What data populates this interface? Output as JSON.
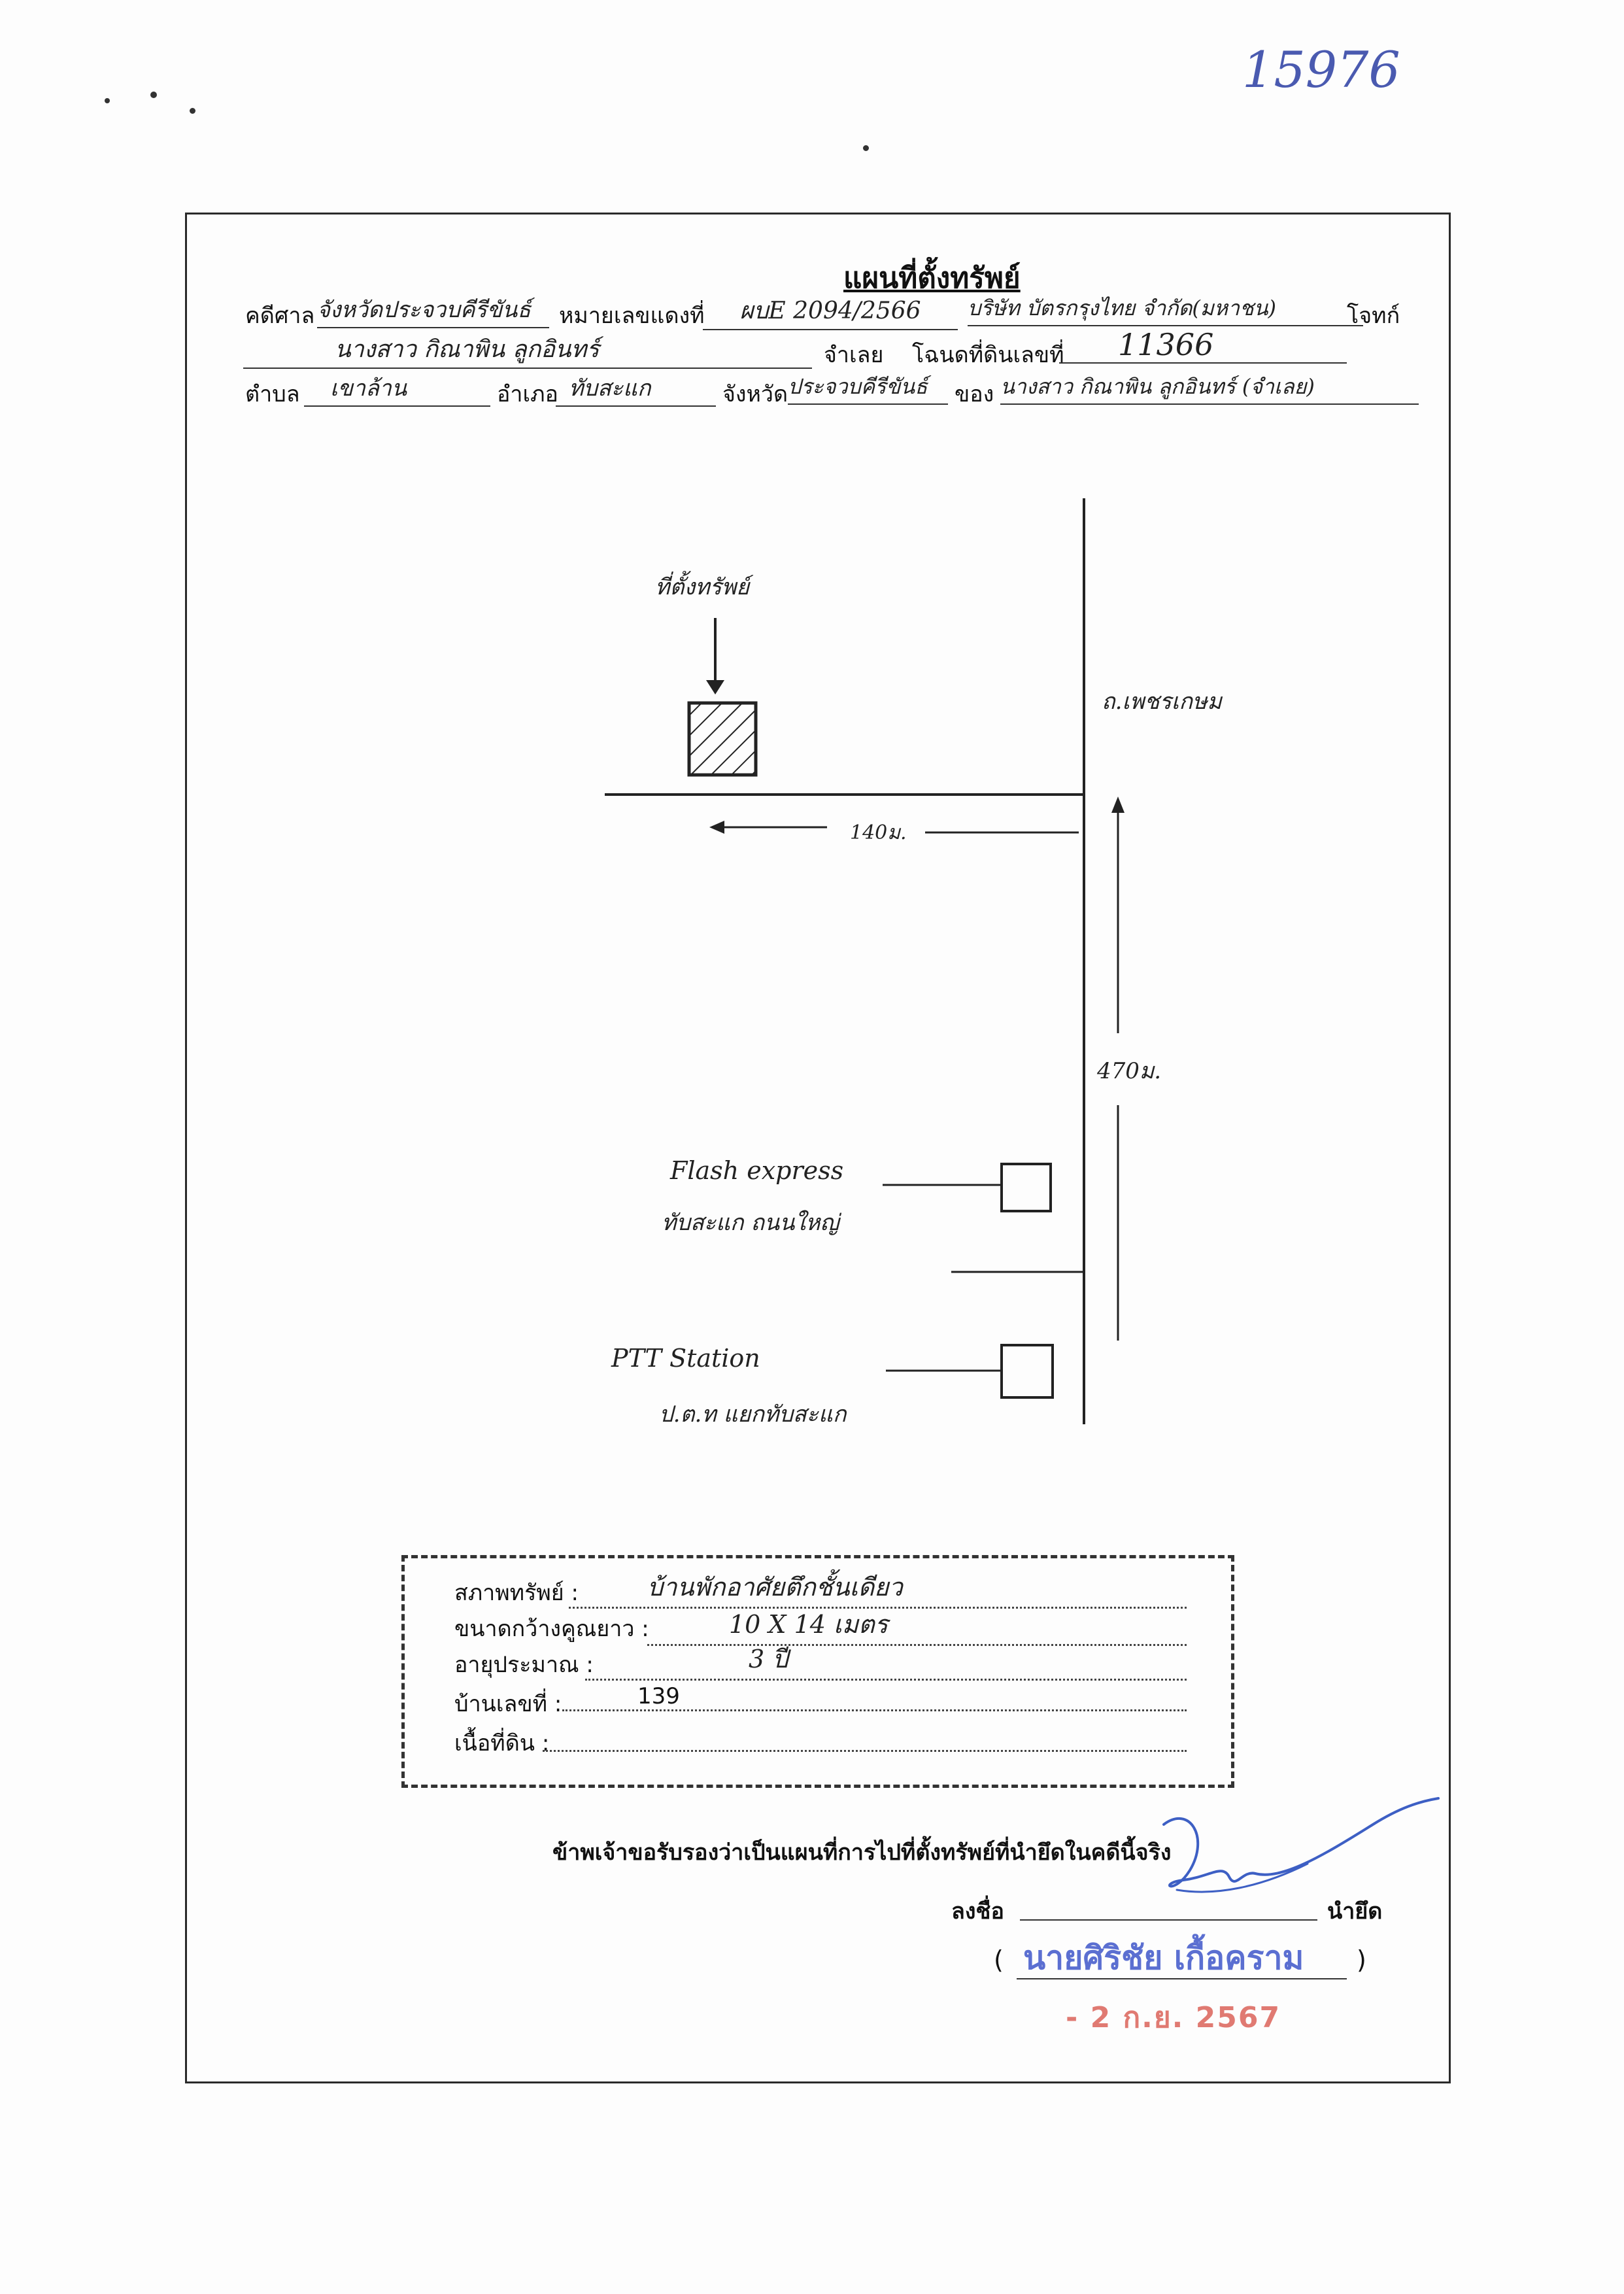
{
  "header": {
    "page_number": "15976",
    "title": "แผนที่ตั้งทรัพย์",
    "court_label": "คดีศาล",
    "court_value": "จังหวัดประจวบคีรีขันธ์",
    "case_no_label": "หมายเลขแดงที่",
    "case_no_value": "ผบE 2094/2566",
    "plaintiff_value": "บริษัท บัตรกรุงไทย จำกัด(มหาชน)",
    "plaintiff_label": "โจทก์",
    "defendant_value": "นางสาว กิณาพิน ลูกอินทร์",
    "defendant_label": "จำเลย",
    "deed_label": "โฉนดที่ดินเลขที่",
    "deed_value": "11366",
    "subdistrict_label": "ตำบล",
    "subdistrict_value": "เขาล้าน",
    "district_label": "อำเภอ",
    "district_value": "ทับสะแก",
    "province_label": "จังหวัด",
    "province_value": "ประจวบคีรีขันธ์",
    "owner_label": "ของ",
    "owner_value": "นางสาว กิณาพิน ลูกอินทร์ (จำเลย)"
  },
  "map": {
    "property_label": "ที่ตั้งทรัพย์",
    "road_label": "ถ.เพชรเกษม",
    "distance_side": "140ม.",
    "distance_main": "470ม.",
    "landmark1_line1": "Flash express",
    "landmark1_line2": "ทับสะแก ถนนใหญ่",
    "landmark2_line1": "PTT Station",
    "landmark2_line2": "ป.ต.ท แยกทับสะแก"
  },
  "details": {
    "condition_label": "สภาพทรัพย์ :",
    "condition_value": "บ้านพักอาศัยตึกชั้นเดียว",
    "size_label": "ขนาดกว้างคูณยาว :",
    "size_value": "10 X 14 เมตร",
    "age_label": "อายุประมาณ :",
    "age_value": "3 ปี",
    "house_no_label": "บ้านเลขที่ :",
    "house_no_value": "139",
    "land_area_label": "เนื้อที่ดิน :",
    "land_area_value": ""
  },
  "certification": {
    "statement": "ข้าพเจ้าขอรับรองว่าเป็นแผนที่การไปที่ตั้งทรัพย์ที่นำยึดในคดีนี้จริง",
    "sign_label": "ลงชื่อ",
    "role_label": "นำยึด",
    "open_paren": "(",
    "close_paren": ")",
    "name_stamp": "นายศิริชัย เกื้อคราม",
    "date_stamp": "- 2 ก.ย. 2567"
  },
  "colors": {
    "ink": "#1a1a1a",
    "stamp_blue": "#5b6fd1",
    "date_red": "#e07a72"
  }
}
